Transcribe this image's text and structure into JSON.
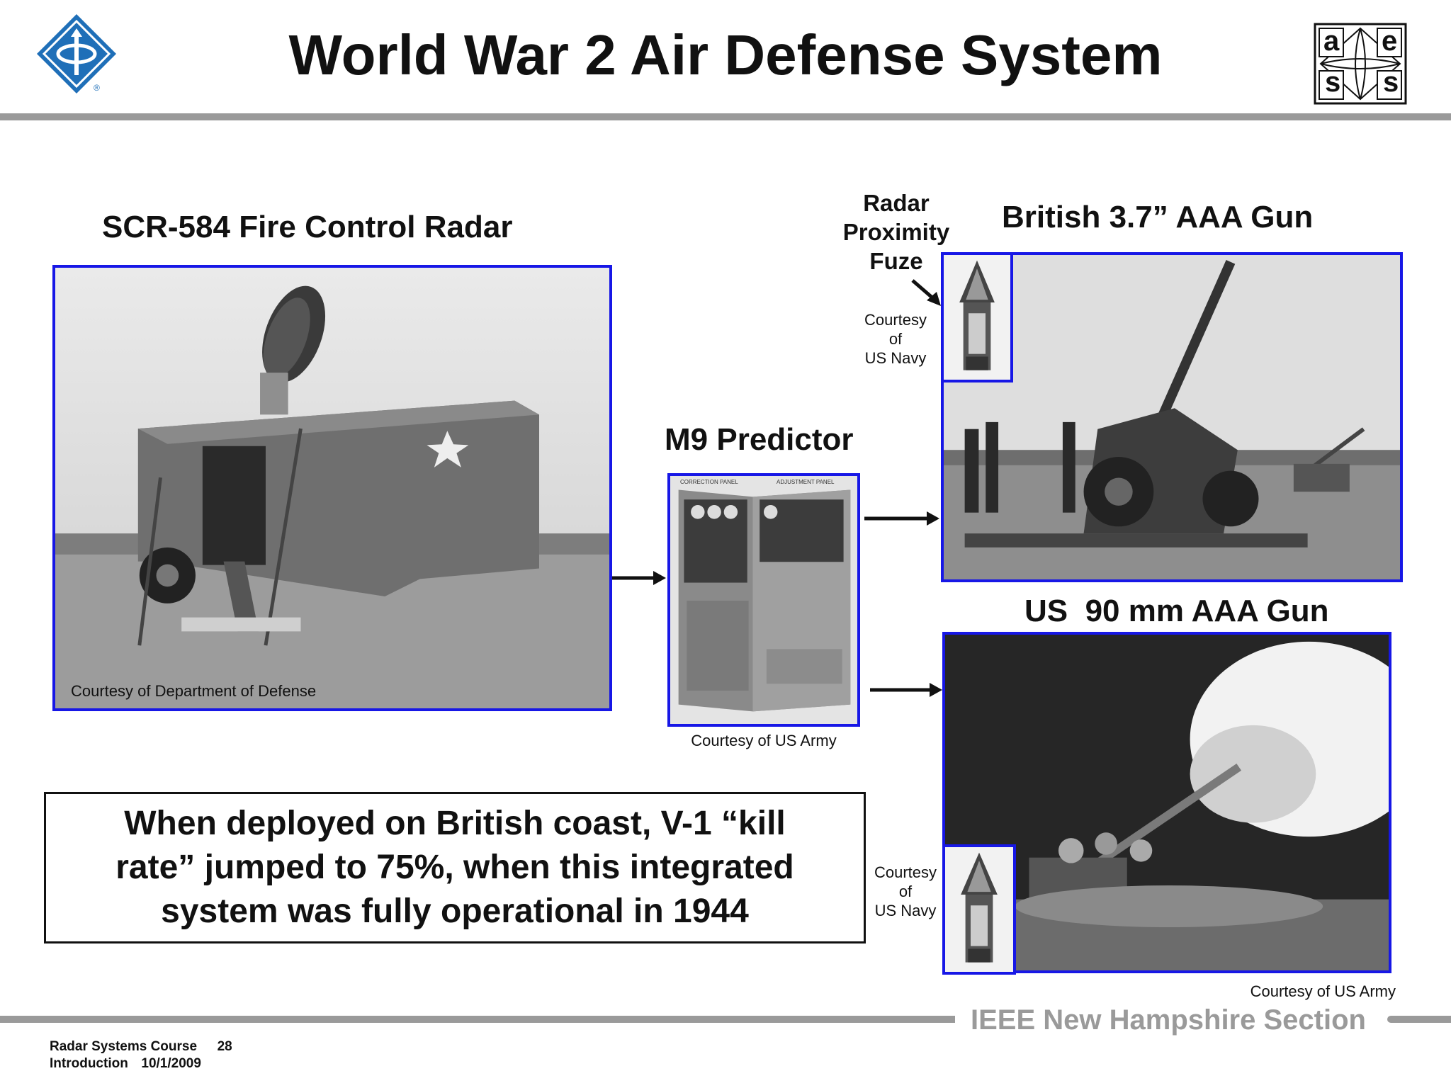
{
  "slide": {
    "title": "World War 2 Air Defense System",
    "section_name": "IEEE New Hampshire Section",
    "footer": {
      "course": "Radar Systems Course",
      "page": "28",
      "lecture": "Introduction",
      "date": "10/1/2009"
    }
  },
  "logos": {
    "left": "ieee-logo",
    "right": {
      "letters": [
        "a",
        "e",
        "s",
        "s"
      ]
    }
  },
  "panels": {
    "radar": {
      "label": "SCR-584 Fire Control Radar",
      "credit": "Courtesy of Department of Defense"
    },
    "predictor": {
      "label": "M9 Predictor",
      "credit": "Courtesy of US Army",
      "panel_tags": [
        "CORRECTION PANEL",
        "ADJUSTMENT PANEL"
      ]
    },
    "fuze": {
      "label_lines": [
        "Radar",
        "Proximity",
        "Fuze"
      ],
      "credit_lines": [
        "Courtesy",
        "of",
        "US Navy"
      ]
    },
    "british_gun": {
      "label": "British 3.7” AAA Gun"
    },
    "us_gun": {
      "label": "US  90 mm AAA Gun",
      "credit": "Courtesy of US Army",
      "fuze_credit_lines": [
        "Courtesy",
        "of",
        "US Navy"
      ]
    }
  },
  "callout": {
    "lines": [
      "When deployed on British coast, V-1 “kill",
      "rate” jumped to 75%, when this integrated",
      "system was fully operational in 1944"
    ]
  },
  "colors": {
    "frame_blue": "#1717e6",
    "rule_gray": "#9a9a9a",
    "ieee_blue": "#1f6fb8"
  }
}
